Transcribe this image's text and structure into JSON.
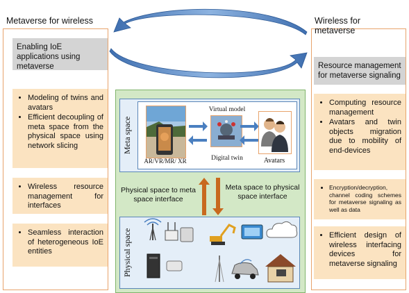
{
  "left": {
    "title": "Metaverse for wireless",
    "subtitle": "Enabling IoE applications using metaverse",
    "bullets_1": [
      "Modeling of twins and avatars",
      "Efficient decoupling of meta space from the physical space using network slicing"
    ],
    "bullets_2": [
      "Wireless resource management for interfaces"
    ],
    "bullets_3": [
      "Seamless interaction of heterogeneous IoE entities"
    ]
  },
  "right": {
    "title": "Wireless for metaverse",
    "subtitle": "Resource management for metaverse signaling",
    "bullets_1": [
      "Computing resource management",
      "Avatars and twin objects migration due to mobility of end-devices"
    ],
    "bullets_2": [
      "Encryption/decryption, channel coding schemes for metaverse signaling as well as data"
    ],
    "bullets_3": [
      "Efficient design of wireless interfacing devices for metaverse signaling"
    ]
  },
  "center": {
    "meta_space_label": "Meta space",
    "physical_space_label": "Physical space",
    "virtual_model_label": "Virtual model",
    "digital_twin_label": "Digital twin",
    "ar_label": "AR/VR/MR/ XR",
    "avatars_label": "Avatars",
    "up_interface_label": "Physical space to meta space interface",
    "down_interface_label": "Meta space to physical space interface"
  },
  "colors": {
    "orange_border": "#e8a36b",
    "bullet_fill": "#fbe3c1",
    "green_panel": "#d3e8c6",
    "blue_panel": "#e4eef8",
    "arrow_blue": "#4a7fc0",
    "arrow_orange": "#c8691e"
  }
}
